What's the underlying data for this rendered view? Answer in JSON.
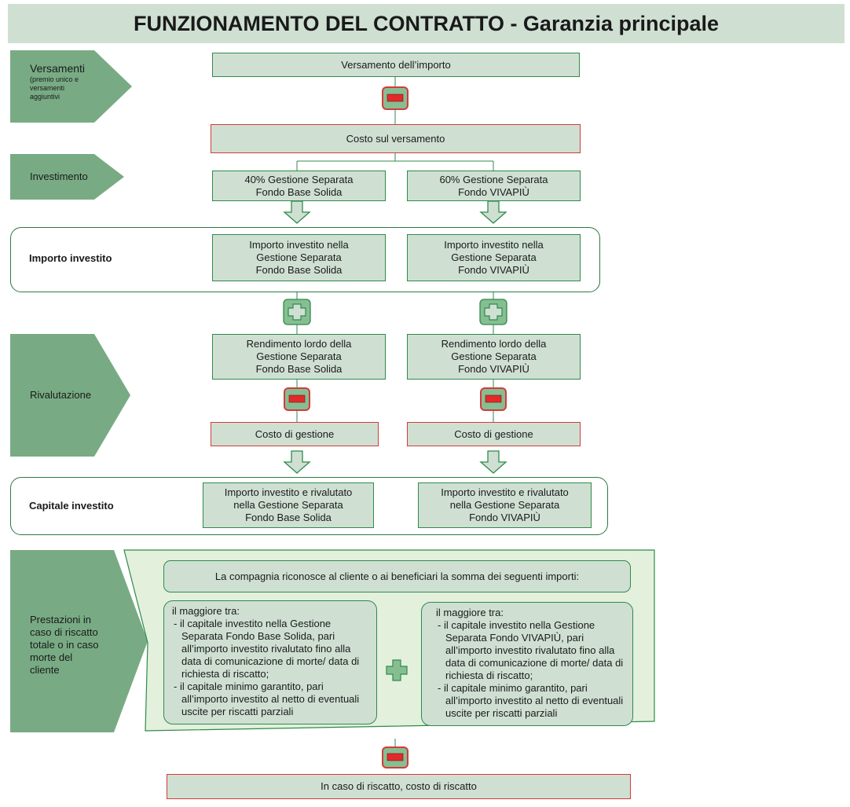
{
  "title": "FUNZIONAMENTO DEL CONTRATTO - Garanzia principale",
  "colors": {
    "side_arrow": "#78ab84",
    "box_fill": "#cfe0d3",
    "panel_bg": "#e3f0dc",
    "green_border": "#2f8a4c",
    "red_border": "#d33b3b",
    "minus_red": "#e32a2a",
    "symbol_fill": "#86be92"
  },
  "steps": {
    "versamenti": {
      "label": "Versamenti",
      "note": "(premio unico e versamenti aggiuntivi"
    },
    "investimento": {
      "label": "Investimento"
    },
    "rivalutazione": {
      "label": "Rivalutazione"
    },
    "prestazioni": {
      "label": "Prestazioni in caso di riscatto totale o in caso morte del cliente"
    }
  },
  "versamento_box": "Versamento dell’importo",
  "costo_versamento": "Costo sul versamento",
  "allocation": {
    "left": {
      "line1": "40% Gestione Separata",
      "line2": "Fondo Base Solida"
    },
    "right": {
      "line1": "60% Gestione Separata",
      "line2": "Fondo VIVAPIÙ"
    }
  },
  "importo_investito": {
    "lane_label": "Importo investito",
    "left": {
      "line1": "Importo investito nella",
      "line2": "Gestione Separata",
      "line3": "Fondo Base Solida"
    },
    "right": {
      "line1": "Importo investito nella",
      "line2": "Gestione Separata",
      "line3": "Fondo VIVAPIÙ"
    }
  },
  "rendimento": {
    "left": {
      "line1": "Rendimento lordo della",
      "line2": "Gestione Separata",
      "line3": "Fondo Base Solida"
    },
    "right": {
      "line1": "Rendimento lordo della",
      "line2": "Gestione Separata",
      "line3": "Fondo VIVAPIÙ"
    }
  },
  "costo_gestione": {
    "left": "Costo di gestione",
    "right": "Costo di gestione"
  },
  "capitale_investito": {
    "lane_label": "Capitale investito",
    "left": {
      "line1": "Importo investito e rivalutato",
      "line2": "nella Gestione Separata",
      "line3": "Fondo Base Solida"
    },
    "right": {
      "line1": "Importo investito e rivalutato",
      "line2": "nella Gestione Separata",
      "line3": "Fondo VIVAPIÙ"
    }
  },
  "prestazioni_panel": {
    "header": "La compagnia riconosce al cliente o ai beneficiari la somma dei seguenti importi:",
    "left": {
      "head": "il maggiore tra:",
      "item1": "- il capitale investito nella Gestione Separata Fondo Base Solida, pari all’importo investito rivalutato fino alla data di comunicazione di morte/ data di richiesta di riscatto;",
      "item2": "- il capitale minimo garantito, pari all’importo investito al netto di eventuali uscite per riscatti parziali"
    },
    "right": {
      "head": "il maggiore tra:",
      "item1": "- il capitale investito nella Gestione Separata Fondo VIVAPIÙ, pari all’importo investito rivalutato fino alla data di comunicazione di morte/ data di richiesta di riscatto;",
      "item2": "- il capitale minimo garantito, pari all’importo investito al netto di eventuali uscite per riscatti parziali"
    }
  },
  "riscatto_box": "In caso di riscatto, costo di riscatto"
}
